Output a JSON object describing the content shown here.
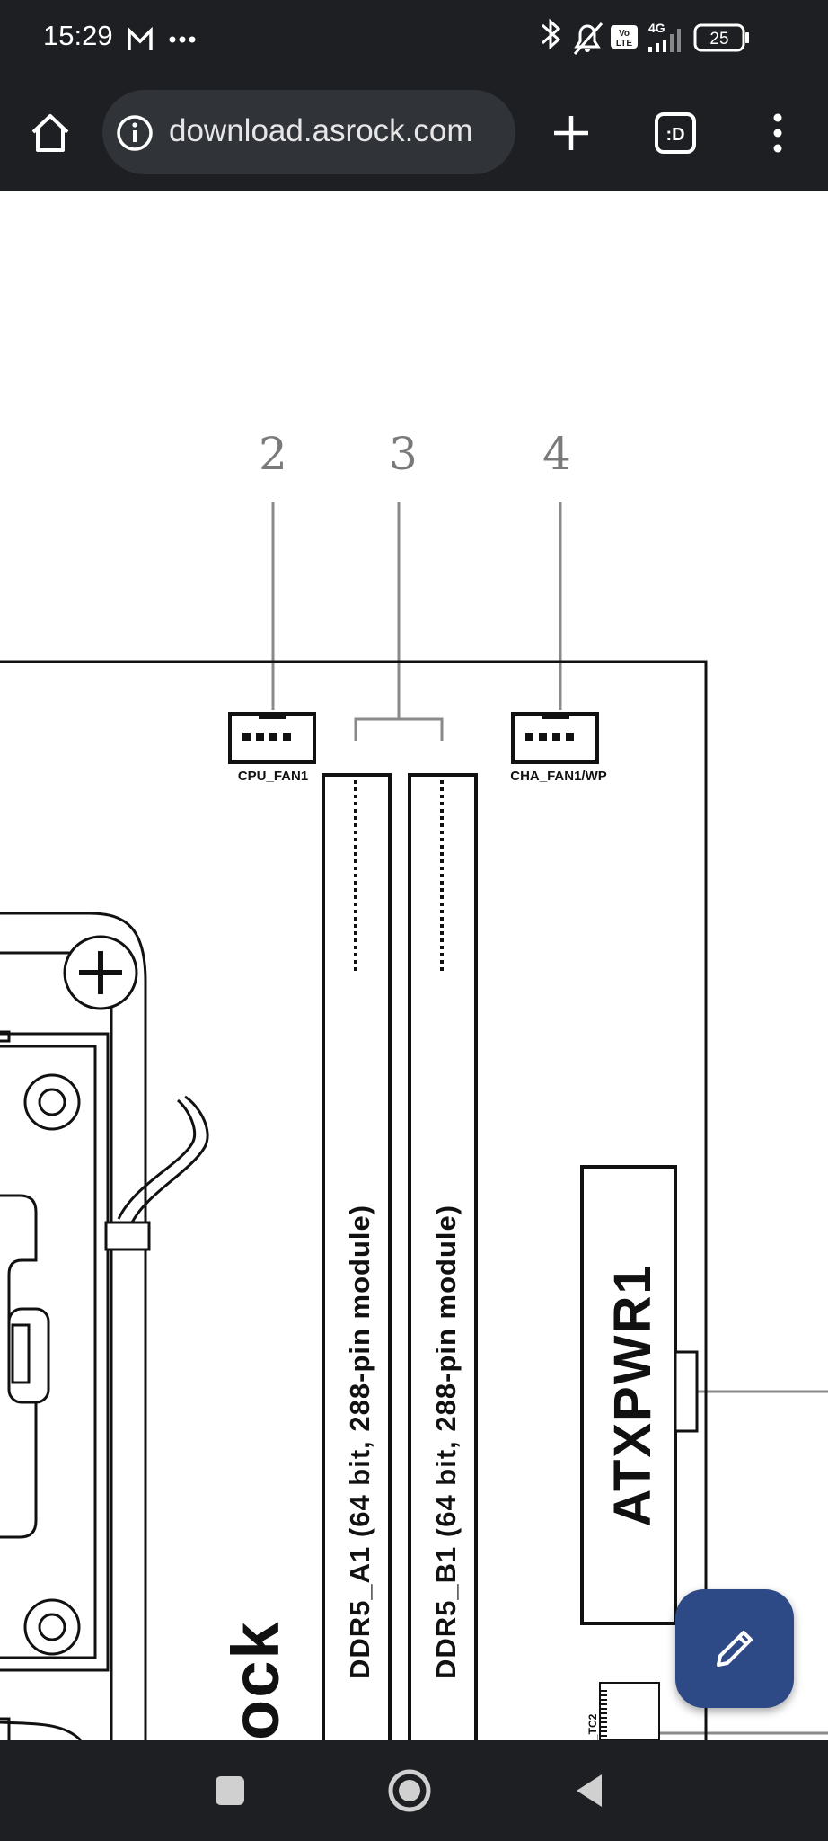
{
  "status_bar": {
    "time": "15:29",
    "battery": "25",
    "network": "4G"
  },
  "browser": {
    "url": "download.asrock.com"
  },
  "diagram": {
    "callouts": [
      "2",
      "3",
      "4"
    ],
    "cpu_fan_label": "CPU_FAN1",
    "cha_fan_label": "CHA_FAN1/WP",
    "dimm_a1_label": "DDR5_A1 (64 bit, 288-pin module)",
    "dimm_b1_label": "DDR5_B1 (64 bit, 288-pin module)",
    "atx_power_label": "ATXPWR1",
    "logo_partial": "ock",
    "tc_label_partial": "_TC2"
  }
}
